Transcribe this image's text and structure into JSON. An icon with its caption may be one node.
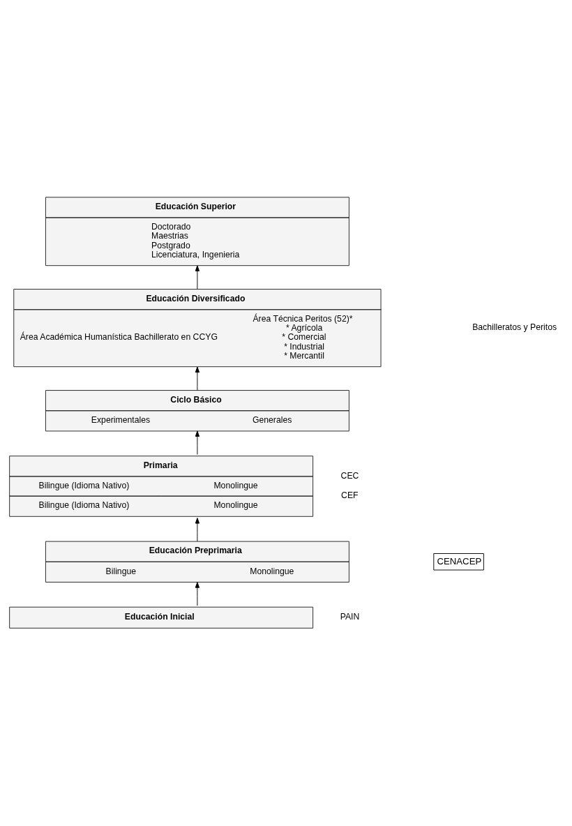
{
  "diagram": {
    "nodes": [
      {
        "text": [
          "Educación Superior",
          "Doctorado",
          "Maestrias",
          "Postgrado",
          "Licenciatura, Ingenieria"
        ]
      },
      {
        "text": [
          "Educación Diversificado",
          "Área Académica Humanística Bachillerato en CCYG",
          "Área Técnica Peritos (52)*",
          "* Agrícola",
          "* Comercial",
          "* Industrial",
          "* Mercantil"
        ]
      },
      {
        "text": [
          "Ciclo Básico",
          "Experimentales",
          "Generales"
        ]
      },
      {
        "text": [
          "Primaria",
          "Bilingue (Idioma Nativo)",
          "Monolingue",
          "Bilingue (Idioma Nativo)",
          "Monolingue"
        ],
        "beside": [
          "CEC",
          "CEF"
        ]
      },
      {
        "text": [
          "Educación Preprimaria",
          "Bilingue",
          "Monolingue"
        ]
      },
      {
        "text": [
          "CENACEP"
        ]
      },
      {
        "text": [
          "Educación Inicial"
        ],
        "beside": [
          "PAIN"
        ]
      }
    ],
    "edges": [
      {
        "from": 1,
        "to": 0,
        "arrow": "to"
      },
      {
        "from": 2,
        "to": 1,
        "arrow": "to"
      },
      {
        "from": 3,
        "to": 2,
        "arrow": "to"
      },
      {
        "from": 4,
        "to": 3,
        "arrow": "to"
      },
      {
        "from": 6,
        "to": 4,
        "arrow": "to"
      }
    ],
    "labels": [
      "Bachilleratos y Peritos"
    ]
  }
}
